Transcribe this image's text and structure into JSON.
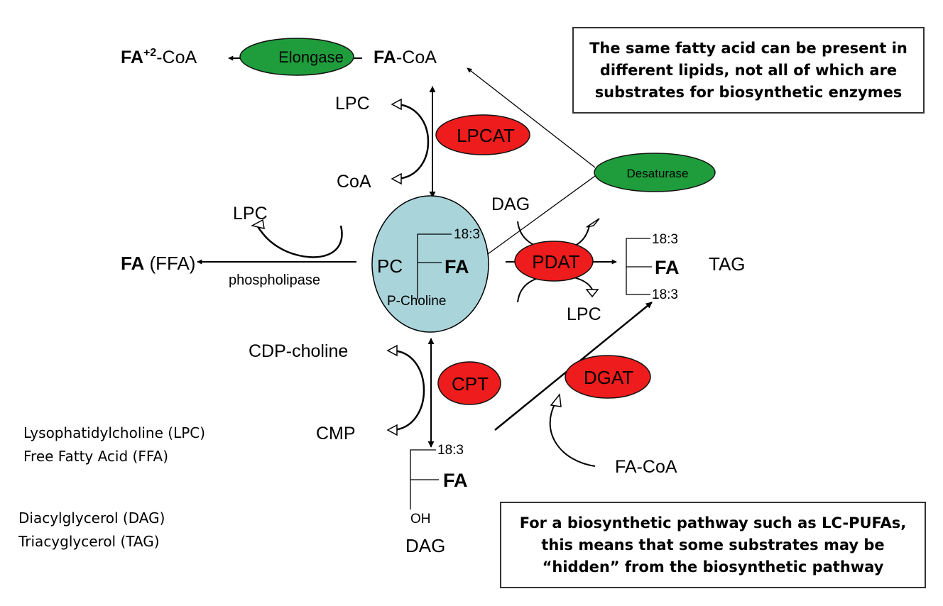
{
  "products": {
    "elongated": {
      "fa": "FA",
      "sup": "+2",
      "coa": "-CoA"
    },
    "fa_coa": {
      "fa": "FA",
      "coa": "-CoA"
    },
    "ffa": {
      "fa": "FA",
      "rest": " (FFA)"
    },
    "tag": "TAG",
    "dgat_substrate": "FA-CoA"
  },
  "enzymes": {
    "elongase": "Elongase",
    "lpcat": "LPCAT",
    "desaturase": "Desaturase",
    "pdat": "PDAT",
    "cpt": "CPT",
    "dgat": "DGAT",
    "phospholipase": "phospholipase"
  },
  "cosubstrates": {
    "lpc_top": "LPC",
    "coa": "CoA",
    "lpc_left": "LPC",
    "dag_pdat": "DAG",
    "lpc_pdat": "LPC",
    "cdp_choline": "CDP-choline",
    "cmp": "CMP"
  },
  "pc": {
    "label": "PC",
    "chain": "18:3",
    "fa": "FA",
    "head": "P-Choline"
  },
  "tag_structure": {
    "chain_top": "18:3",
    "fa": "FA",
    "chain_bottom": "18:3"
  },
  "dag_structure": {
    "chain": "18:3",
    "fa": "FA",
    "oh": "OH",
    "label": "DAG"
  },
  "notes": {
    "top": "The same fatty acid can be present in different lipids, not all of which are substrates for biosynthetic enzymes",
    "bottom": "For a biosynthetic pathway such as LC-PUFAs, this means that some substrates may be “hidden” from the biosynthetic pathway"
  },
  "legend": [
    "Lysophatidylcholine (LPC)",
    "Free Fatty Acid (FFA)",
    "Diacylglycerol (DAG)",
    "Triacyglycerol (TAG)"
  ],
  "colors": {
    "enzyme_red": "#ee1c1c",
    "enzyme_green": "#1f9d3c",
    "pc_fill": "#a9d4da"
  }
}
